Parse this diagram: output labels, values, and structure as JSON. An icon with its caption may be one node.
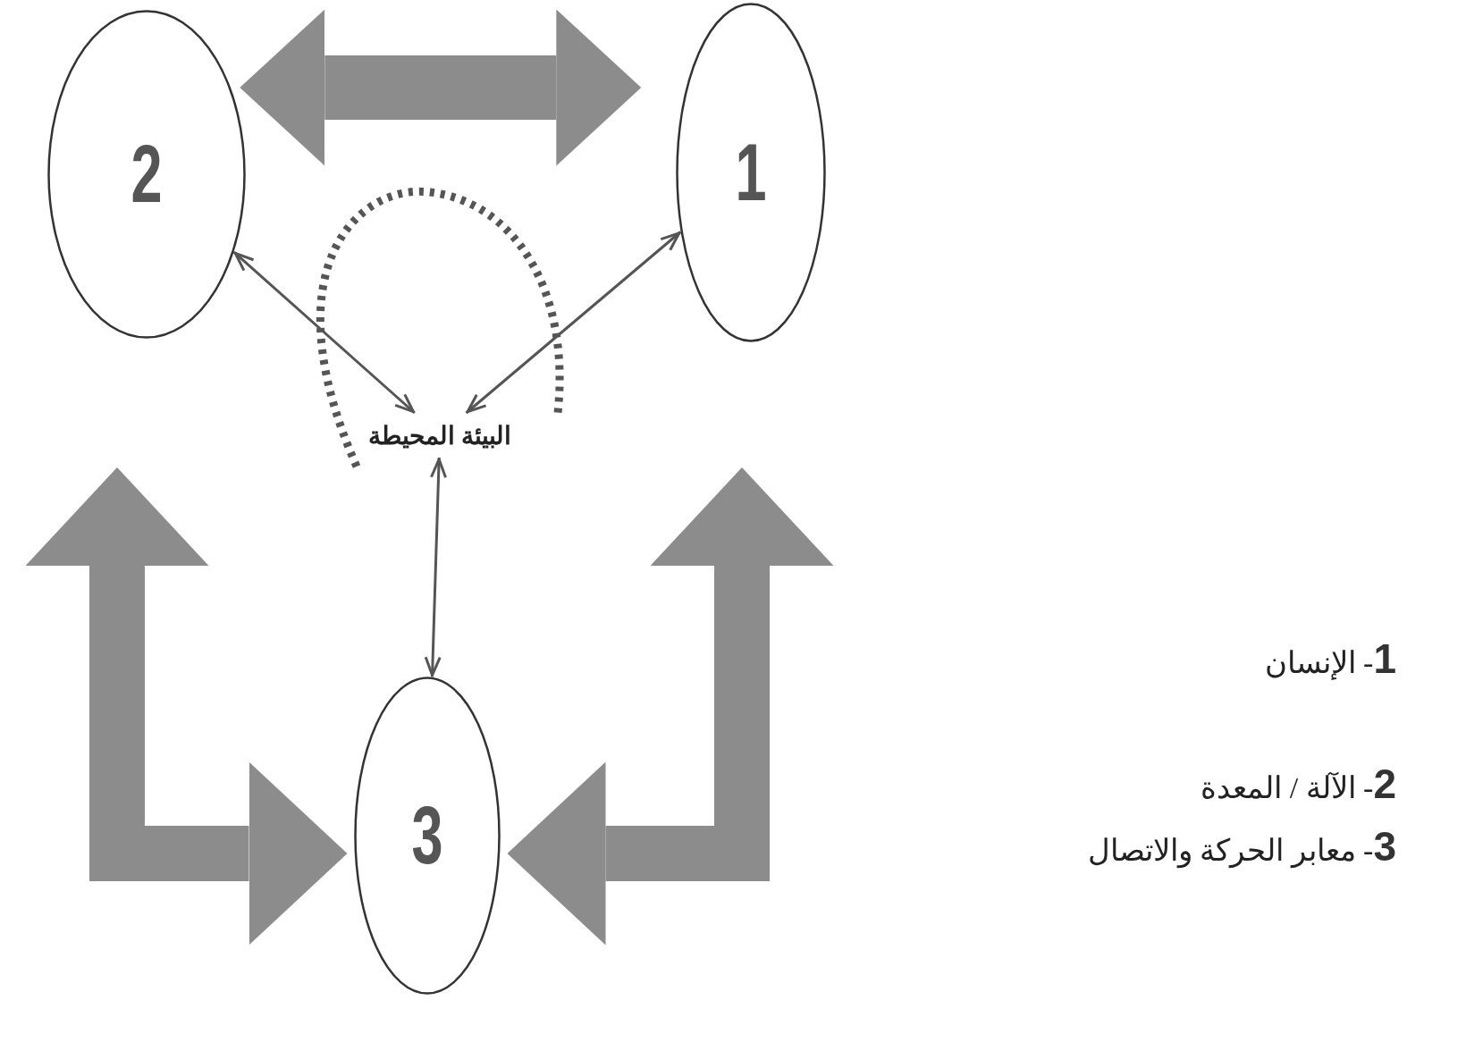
{
  "diagram": {
    "nodes": [
      {
        "text": [
          "1"
        ]
      },
      {
        "text": [
          "2"
        ]
      },
      {
        "text": [
          "البيئة المحيطة"
        ]
      },
      {
        "text": [
          "3"
        ]
      }
    ],
    "edges": [
      {
        "from": 0,
        "to": 1,
        "arrow": "both",
        "style": "thick",
        "color": "#8c8c8c"
      },
      {
        "from": 1,
        "to": 2,
        "arrow": "both"
      },
      {
        "from": 0,
        "to": 2,
        "arrow": "both"
      },
      {
        "from": 2,
        "to": 2,
        "arrow": "none",
        "style": "dashed"
      },
      {
        "from": 2,
        "to": 3,
        "arrow": "both"
      },
      {
        "from": null,
        "to": 3,
        "arrow": "both",
        "style": "thick",
        "color": "#8c8c8c"
      },
      {
        "from": null,
        "to": 3,
        "arrow": "both",
        "style": "thick",
        "color": "#8c8c8c"
      }
    ],
    "labels": [
      "**1**- الإنسان",
      "**2**- الآلة / المعدة",
      "**3**- معابر الحركة والاتصال"
    ]
  }
}
